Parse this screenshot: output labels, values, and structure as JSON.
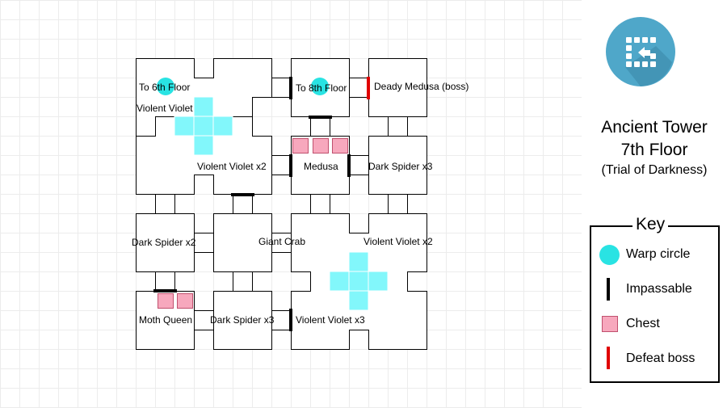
{
  "map": {
    "rooms": [
      {
        "label": "To 6th Floor"
      },
      {
        "label": "Violent Violet"
      },
      {
        "label": "To 8th Floor"
      },
      {
        "label": "Deady Medusa (boss)"
      },
      {
        "label": "Violent Violet x2"
      },
      {
        "label": "Medusa"
      },
      {
        "label": "Dark Spider x3"
      },
      {
        "label": "Dark Spider x2"
      },
      {
        "label": "Giant Crab"
      },
      {
        "label": "Violent Violet x2"
      },
      {
        "label": "Moth Queen"
      },
      {
        "label": "Dark Spider x3"
      },
      {
        "label": "Violent Violet x3"
      }
    ]
  },
  "title": {
    "line1": "Ancient Tower",
    "line2": "7th Floor",
    "line3": "(Trial of Darkness)"
  },
  "key": {
    "title": "Key",
    "items": [
      {
        "label": "Warp circle",
        "icon": "warp-circle-icon"
      },
      {
        "label": "Impassable",
        "icon": "impassable-wall-icon"
      },
      {
        "label": "Chest",
        "icon": "chest-icon"
      },
      {
        "label": "Defeat boss",
        "icon": "boss-barrier-icon"
      }
    ]
  },
  "colors": {
    "warp": "#29e3e3",
    "floor_tile": "#82f7fb",
    "chest": "#f7a8bd",
    "boss_barrier": "#e00000",
    "wall": "#000000",
    "logo": "#4fa7c9"
  }
}
